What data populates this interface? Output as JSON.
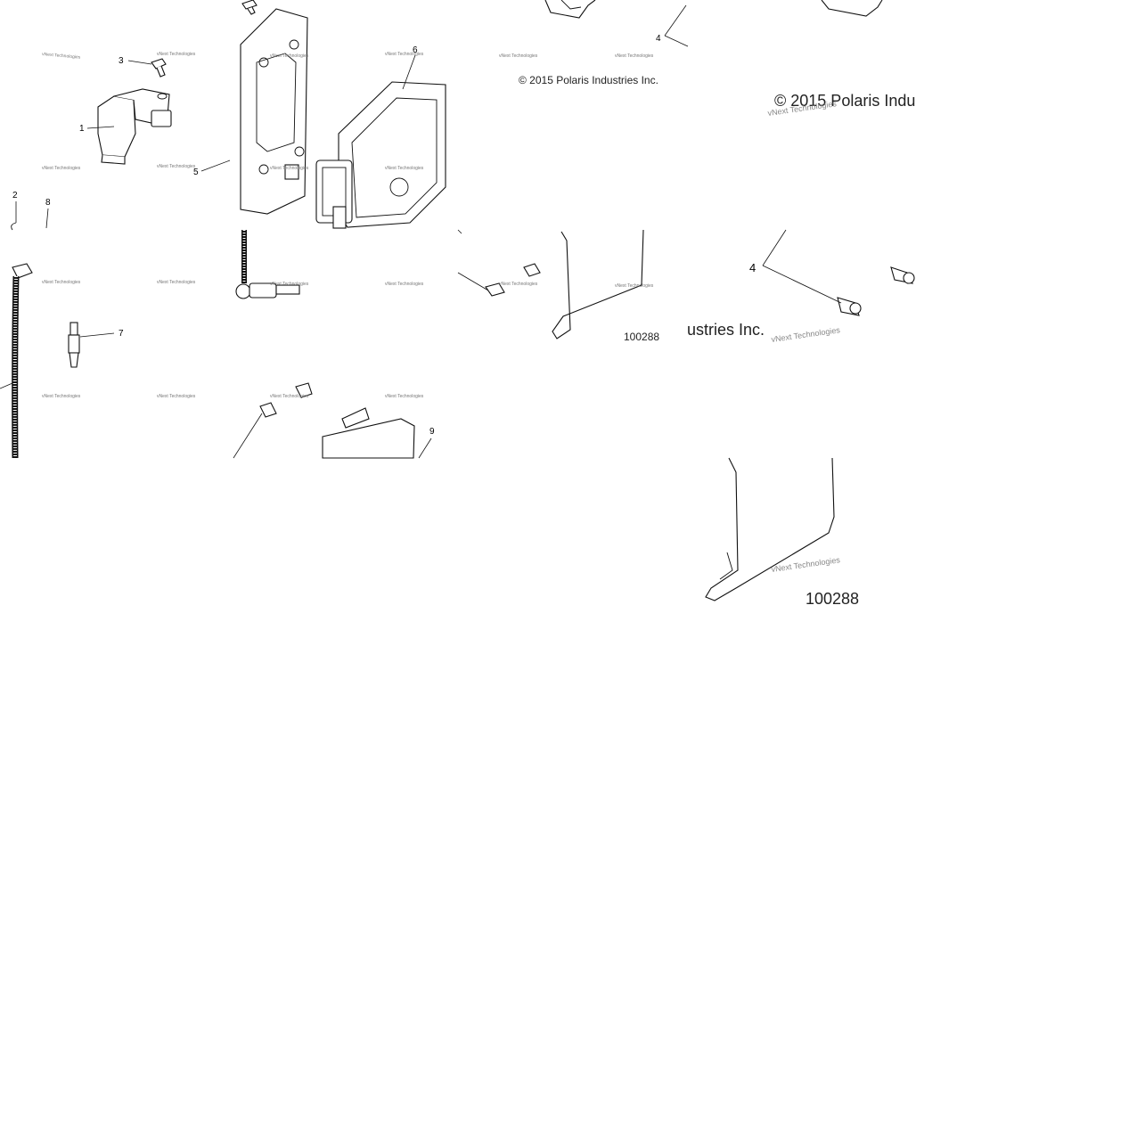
{
  "diagram": {
    "callouts": [
      "1",
      "2",
      "3",
      "4",
      "5",
      "6",
      "7",
      "8",
      "9",
      "4"
    ],
    "copyright_small": "© 2015 Polaris Industries Inc.",
    "copyright_large_fragment": "© 2015 Polaris Indu",
    "copyright_large_tail": "ustries Inc.",
    "drawing_code_small": "100288",
    "drawing_code_large": "100288",
    "watermark": "vNext Technologies",
    "colors": {
      "line": "#111111",
      "background": "#ffffff",
      "watermark": "#777777"
    }
  }
}
